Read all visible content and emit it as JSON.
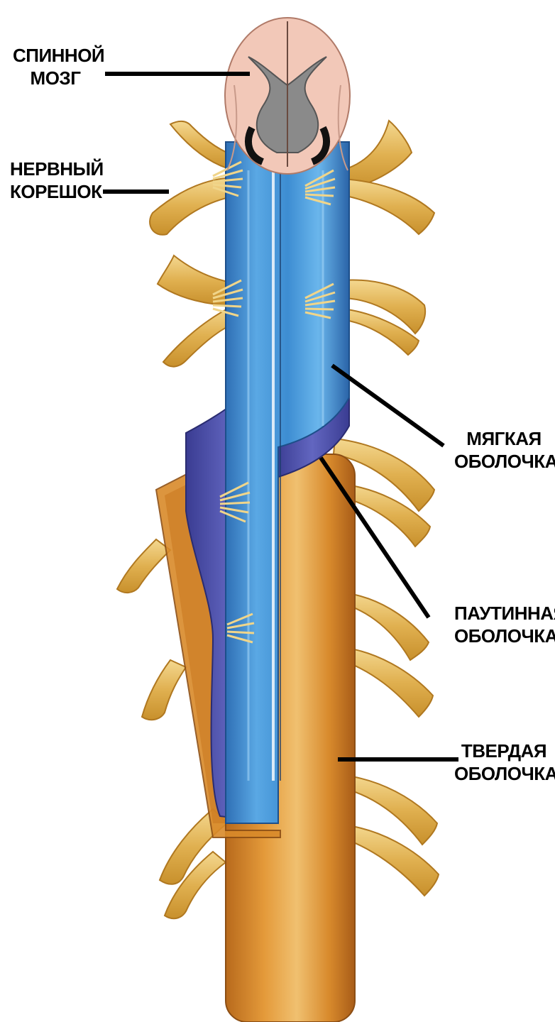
{
  "labels": {
    "spinal_cord": [
      "СПИННОЙ",
      "МОЗГ"
    ],
    "nerve_root": [
      "НЕРВНЫЙ",
      "КОРЕШОК"
    ],
    "pia_mater": [
      "МЯГКАЯ",
      "ОБОЛОЧКА"
    ],
    "arachnoid": [
      "ПАУТИННАЯ",
      "ОБОЛОЧКА"
    ],
    "dura_mater": [
      "ТВЕРДАЯ",
      "ОБОЛОЧКА"
    ]
  },
  "colors": {
    "pia_blue": "#3f8fd0",
    "arachnoid_purple": "#4a4ea6",
    "dura_orange": "#d98a2a",
    "nerve_yellow": "#e8c060",
    "cross_section_pink": "#f2c8b8",
    "grey_matter": "#8a8a8a",
    "leader_line": "#000000"
  }
}
